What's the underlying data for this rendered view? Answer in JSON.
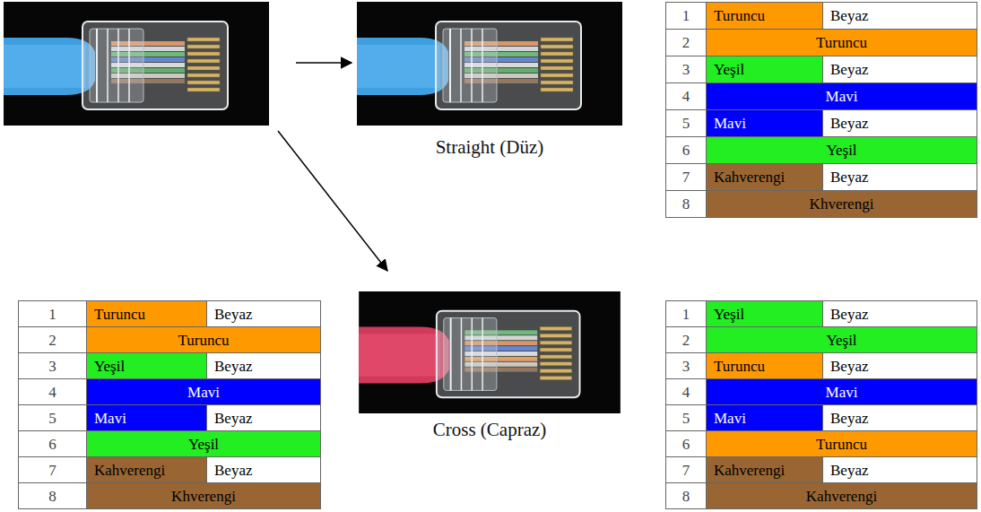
{
  "diagram": {
    "nodes": [
      {
        "text": [
          "Straight (Düz)"
        ]
      },
      {
        "text": [
          "Cross (Capraz)"
        ]
      }
    ],
    "labels": [
      "1",
      "Turuncu",
      "Beyaz",
      "2",
      "Turuncu",
      "3",
      "Yeşil",
      "Beyaz",
      "4",
      "Mavi",
      "5",
      "Mavi",
      "Beyaz",
      "6",
      "Yeşil",
      "7",
      "Kahverengi",
      "Beyaz",
      "8",
      "Khverengi",
      "1",
      "Turuncu",
      "Beyaz",
      "2",
      "Turuncu",
      "3",
      "Yeşil",
      "Beyaz",
      "4",
      "Mavi",
      "5",
      "Mavi",
      "Beyaz",
      "6",
      "Yeşil",
      "7",
      "Kahverengi",
      "Beyaz",
      "8",
      "Khverengi",
      "1",
      "Yeşil",
      "Beyaz",
      "2",
      "Yeşil",
      "3",
      "Turuncu",
      "Beyaz",
      "4",
      "Mavi",
      "5",
      "Mavi",
      "Beyaz",
      "6",
      "Turuncu",
      "7",
      "Kahverengi",
      "Beyaz",
      "8",
      "Kahverengi"
    ]
  }
}
